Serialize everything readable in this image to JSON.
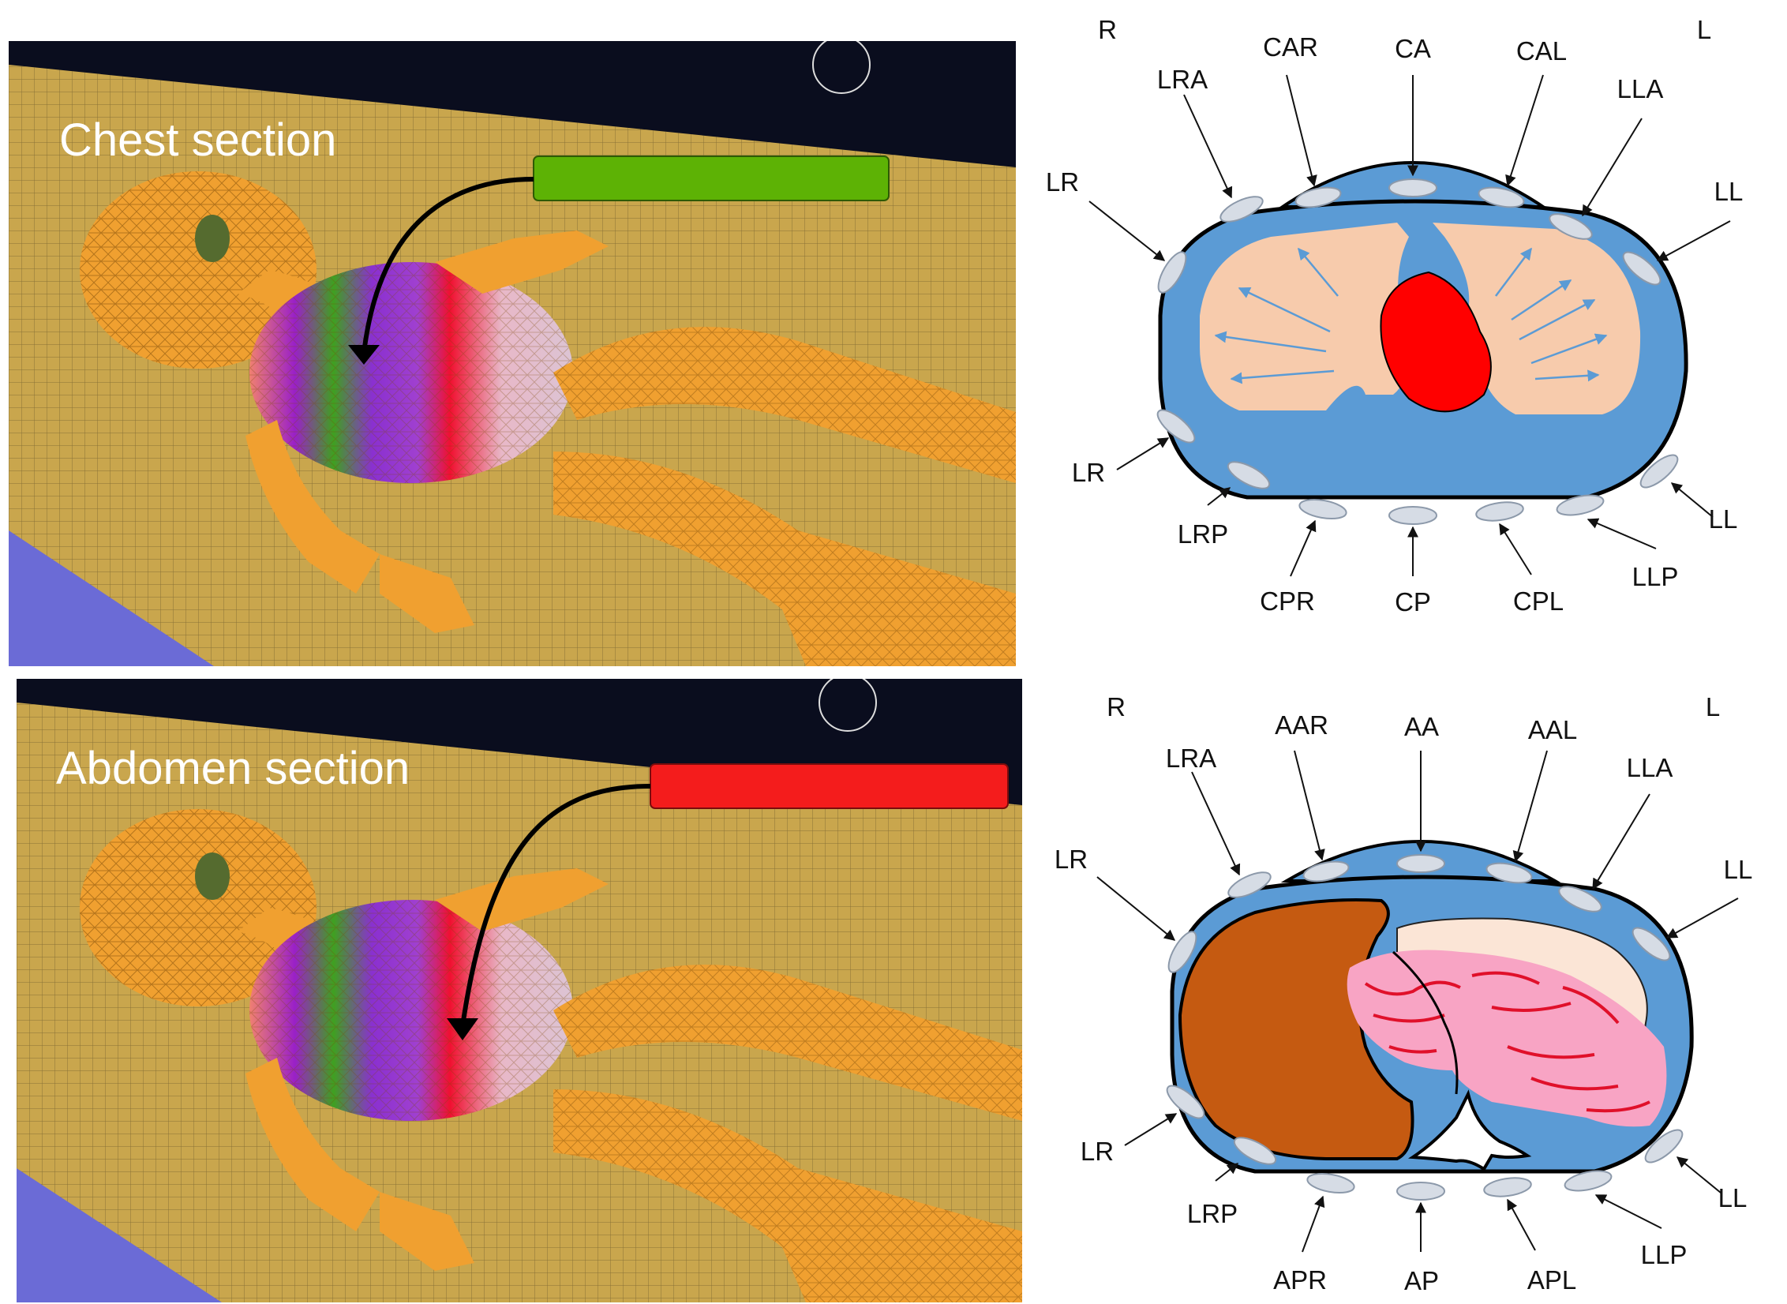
{
  "colors": {
    "chest_marker": "#5db205",
    "abdomen_marker": "#f41c1c",
    "body_fill": "#5b9bd5",
    "lung": "#f7cbac",
    "heart": "#ff0000",
    "liver": "#c55a11",
    "intestine": "#f8a4c4",
    "pancreas": "#fbe5d6",
    "electrode": "#d6dce5",
    "skin_mesh": "#f0a030",
    "background_dark": "#0a0d1e"
  },
  "chest_panel": {
    "label": "Chest section",
    "marker_color": "#5db205"
  },
  "abdomen_panel": {
    "label": "Abdomen section",
    "marker_color": "#f41c1c"
  },
  "chest_diagram": {
    "side_right": "R",
    "side_left": "L",
    "electrodes": [
      "LRA",
      "CAR",
      "CA",
      "CAL",
      "LLA",
      "LR",
      "LL",
      "LR",
      "LL",
      "LRP",
      "CPR",
      "CP",
      "CPL",
      "LLP"
    ]
  },
  "abdomen_diagram": {
    "side_right": "R",
    "side_left": "L",
    "electrodes": [
      "LRA",
      "AAR",
      "AA",
      "AAL",
      "LLA",
      "LR",
      "LL",
      "LR",
      "LL",
      "LRP",
      "APR",
      "AP",
      "APL",
      "LLP"
    ]
  }
}
